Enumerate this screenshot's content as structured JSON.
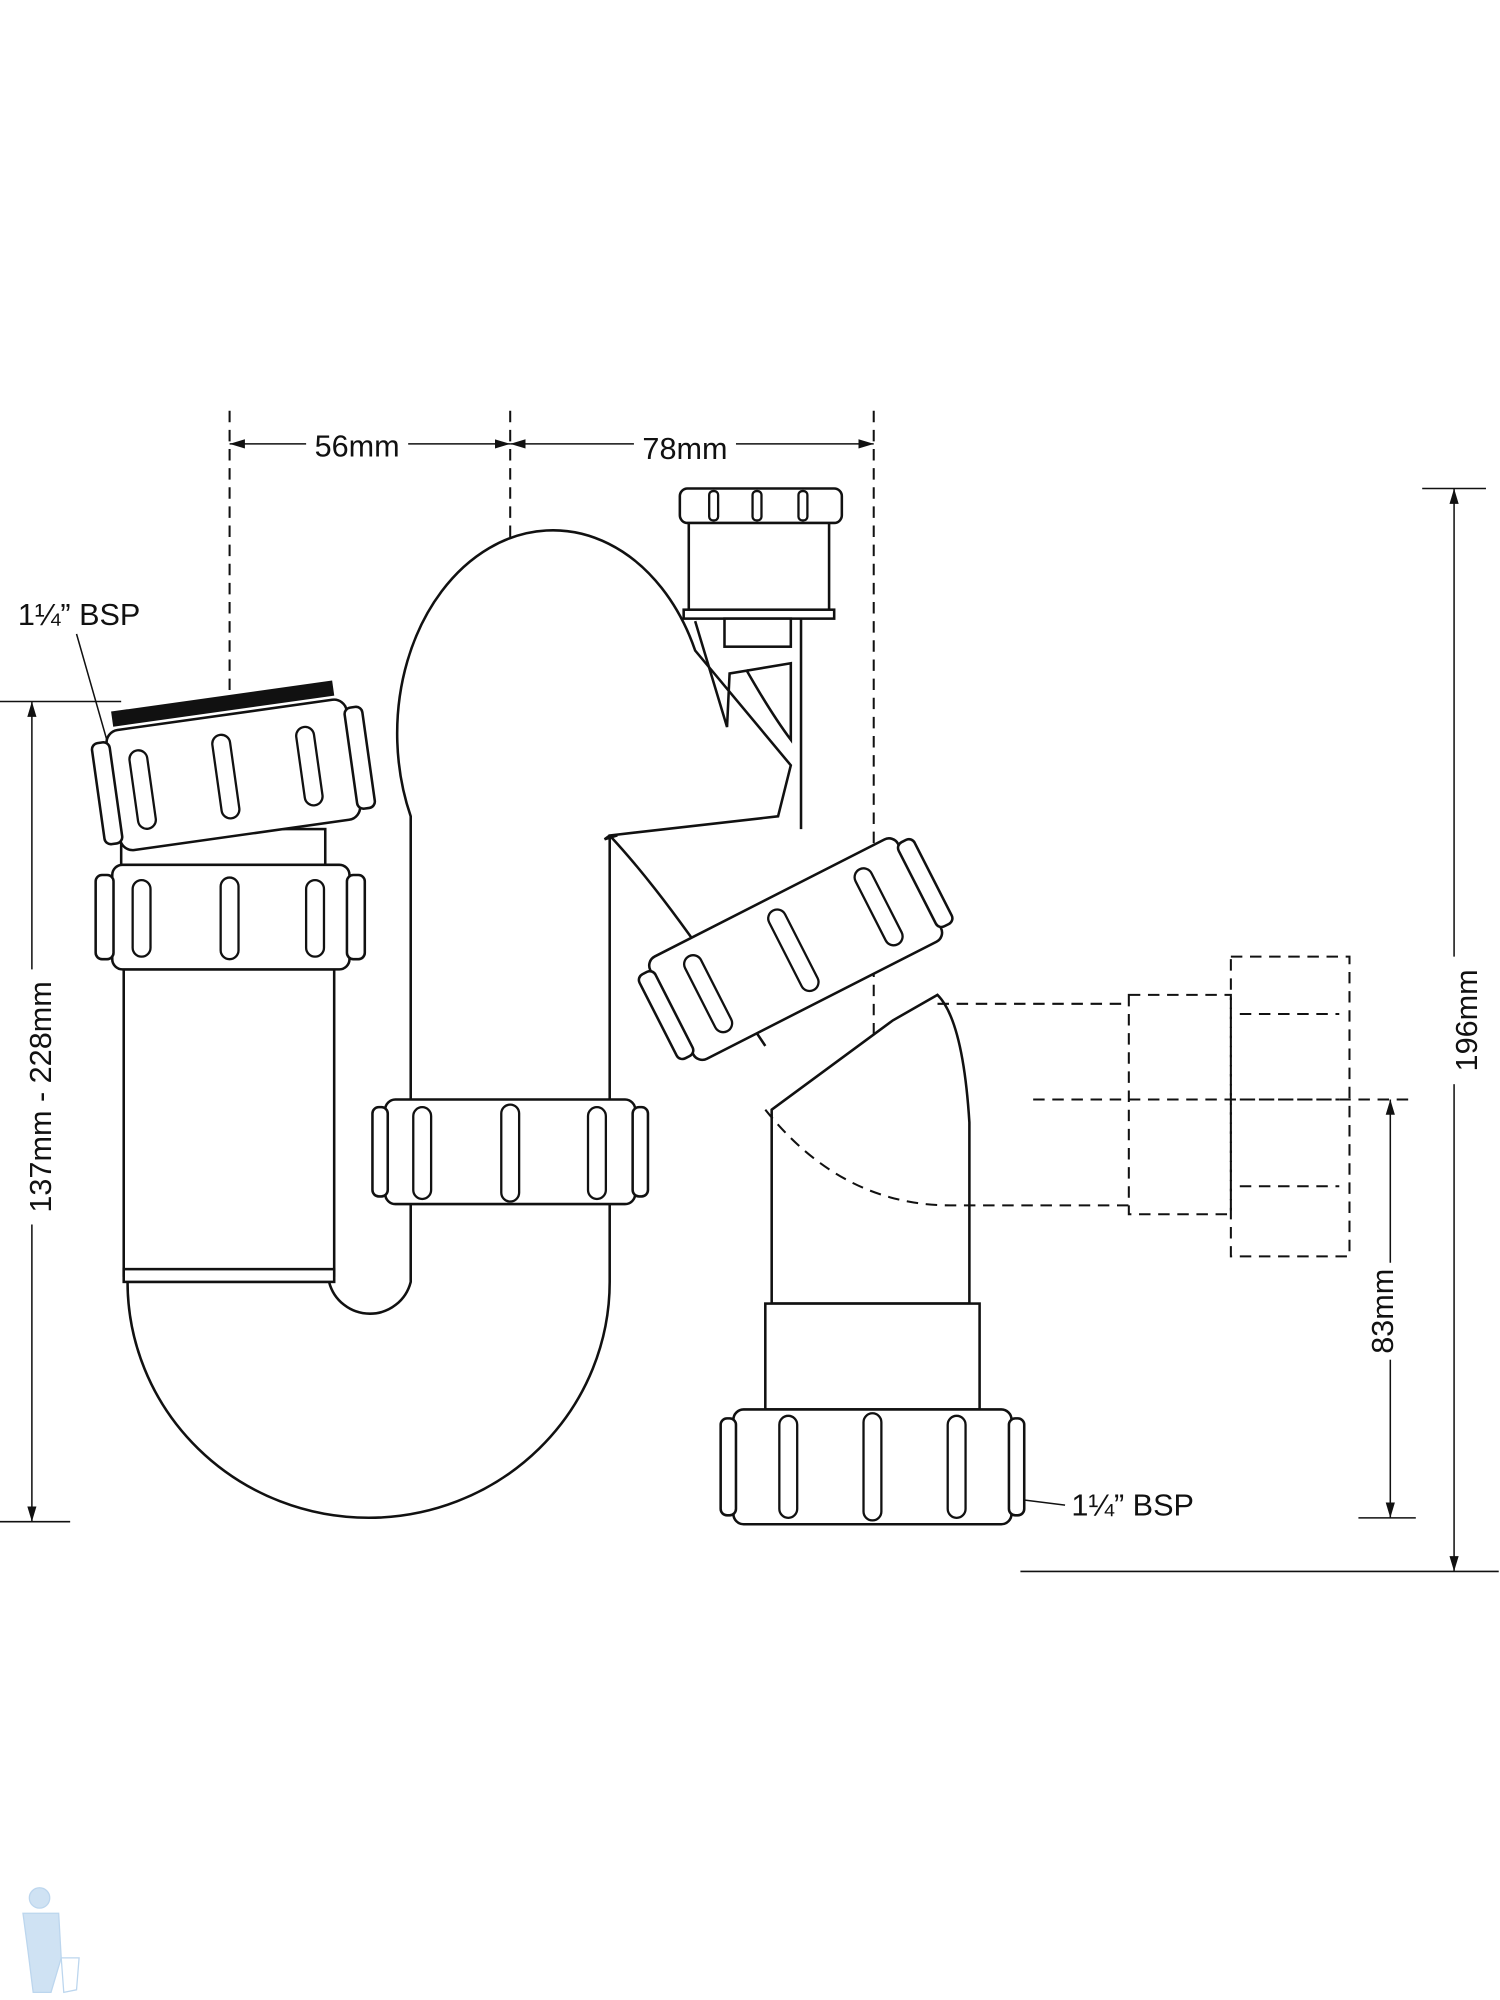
{
  "diagram": {
    "title": "Bottle trap technical drawing",
    "dimensions": {
      "offset_left": "56mm",
      "offset_right": "78mm",
      "height_range": "137mm - 228mm",
      "total_height": "196mm",
      "outlet_height": "83mm"
    },
    "labels": {
      "inlet_thread": "1¼” BSP",
      "outlet_thread": "1¼” BSP"
    },
    "colors": {
      "line": "#111111",
      "watermark": "#bcd6ee"
    }
  }
}
